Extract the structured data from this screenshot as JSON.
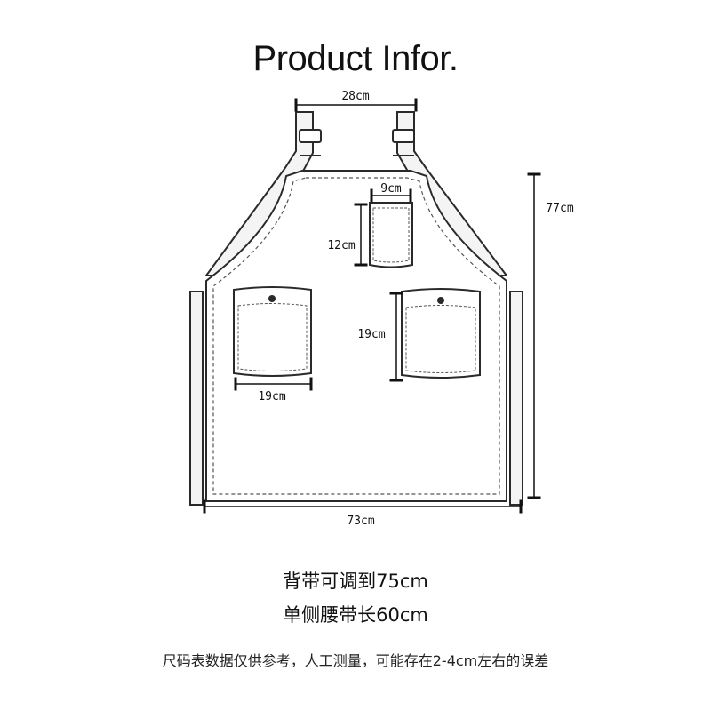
{
  "title": "Product Infor.",
  "dimensions": {
    "top_width": "28cm",
    "chest_pocket_width": "9cm",
    "chest_pocket_height": "12cm",
    "total_height": "77cm",
    "right_pocket_height": "19cm",
    "left_pocket_width": "19cm",
    "bottom_width": "73cm"
  },
  "notes": {
    "strap": "背带可调到75cm",
    "waist_tie": "单侧腰带长60cm"
  },
  "disclaimer": "尺码表数据仅供参考，人工测量，可能存在2-4cm左右的误差",
  "colors": {
    "apron_fill": "#ffffff",
    "strap_fill": "#f2f2f2",
    "line": "#2a2a2a",
    "dashed_stitch": "#555555"
  }
}
